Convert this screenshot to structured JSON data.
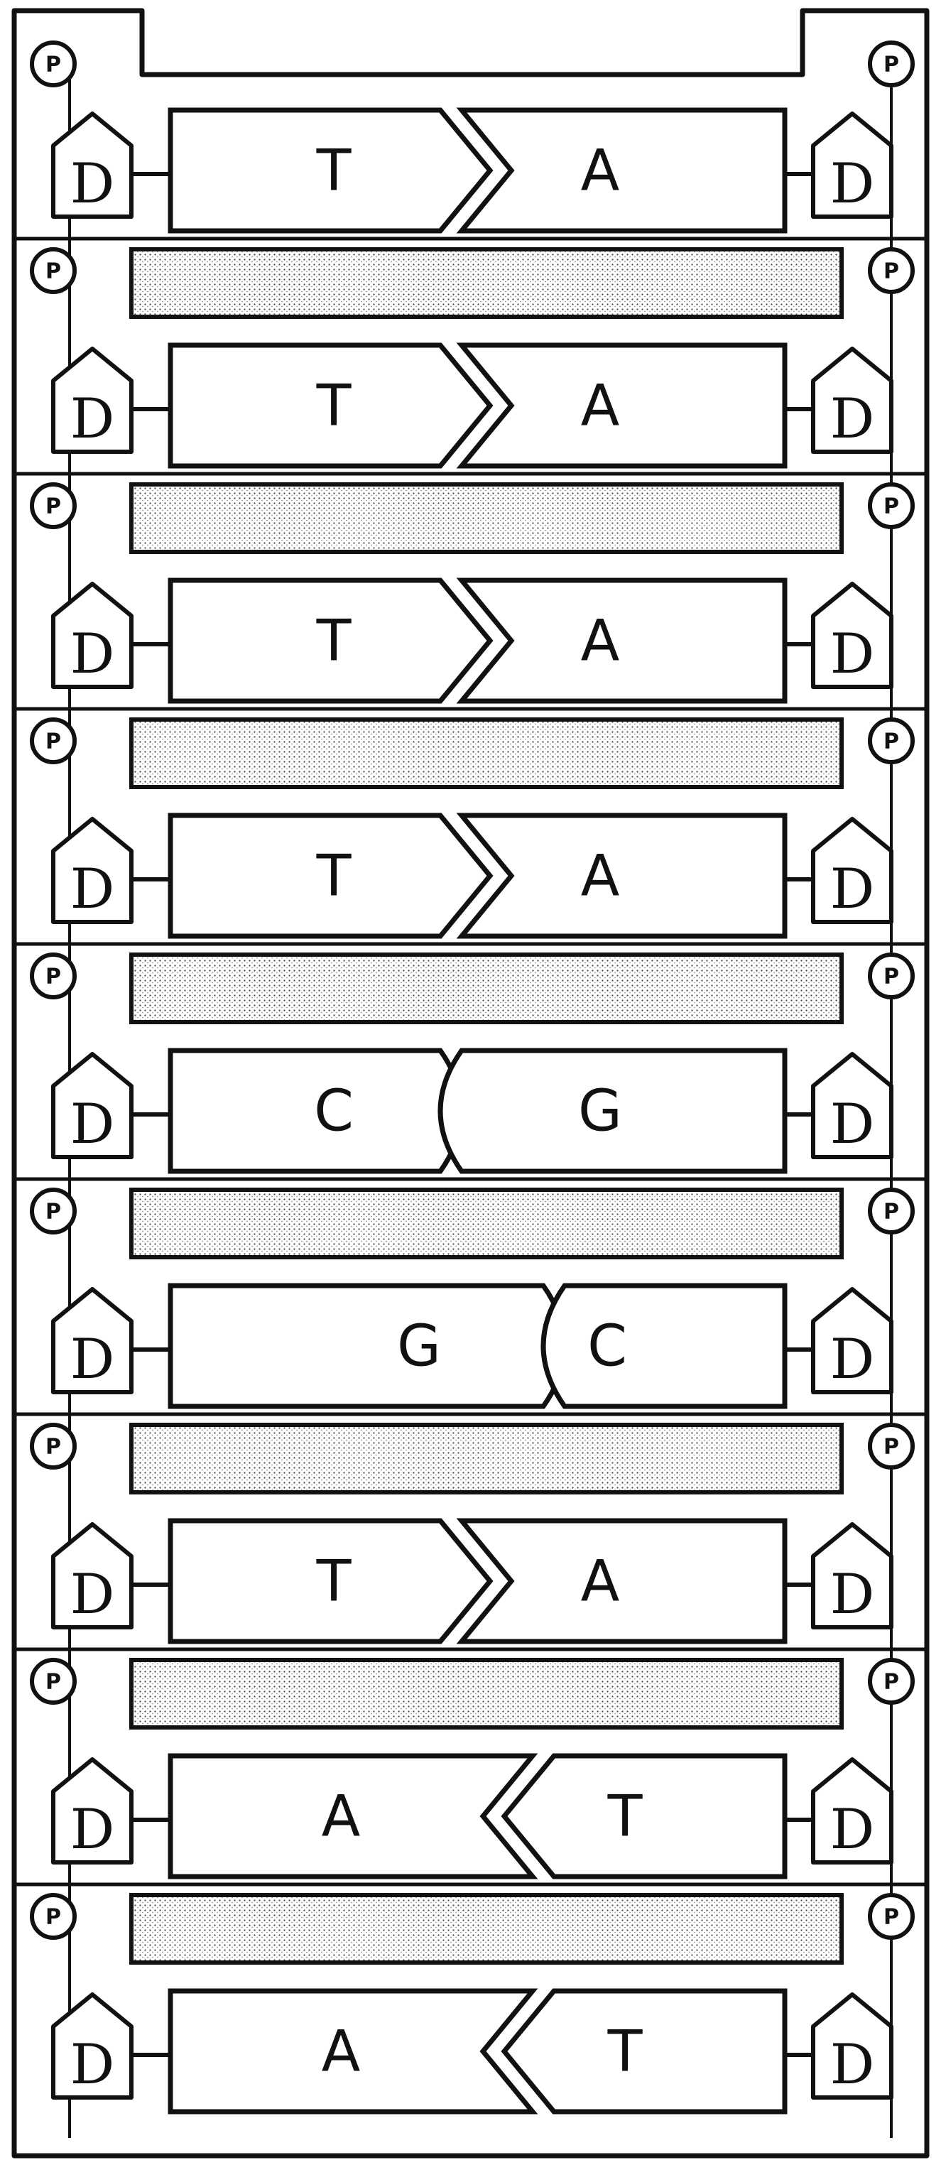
{
  "diagram": {
    "phosphate_label": "P",
    "sugar_label": "D",
    "colors": {
      "ink": "#111111",
      "paper": "#ffffff",
      "stipple": "#d9d9d9"
    },
    "pairs": [
      {
        "left": "T",
        "right": "A",
        "joint": "chevron-right"
      },
      {
        "left": "T",
        "right": "A",
        "joint": "chevron-right"
      },
      {
        "left": "T",
        "right": "A",
        "joint": "chevron-right"
      },
      {
        "left": "T",
        "right": "A",
        "joint": "chevron-right"
      },
      {
        "left": "C",
        "right": "G",
        "joint": "curve-left"
      },
      {
        "left": "G",
        "right": "C",
        "joint": "curve-left"
      },
      {
        "left": "T",
        "right": "A",
        "joint": "chevron-right"
      },
      {
        "left": "A",
        "right": "T",
        "joint": "chevron-left"
      },
      {
        "left": "A",
        "right": "T",
        "joint": "chevron-left"
      }
    ]
  }
}
